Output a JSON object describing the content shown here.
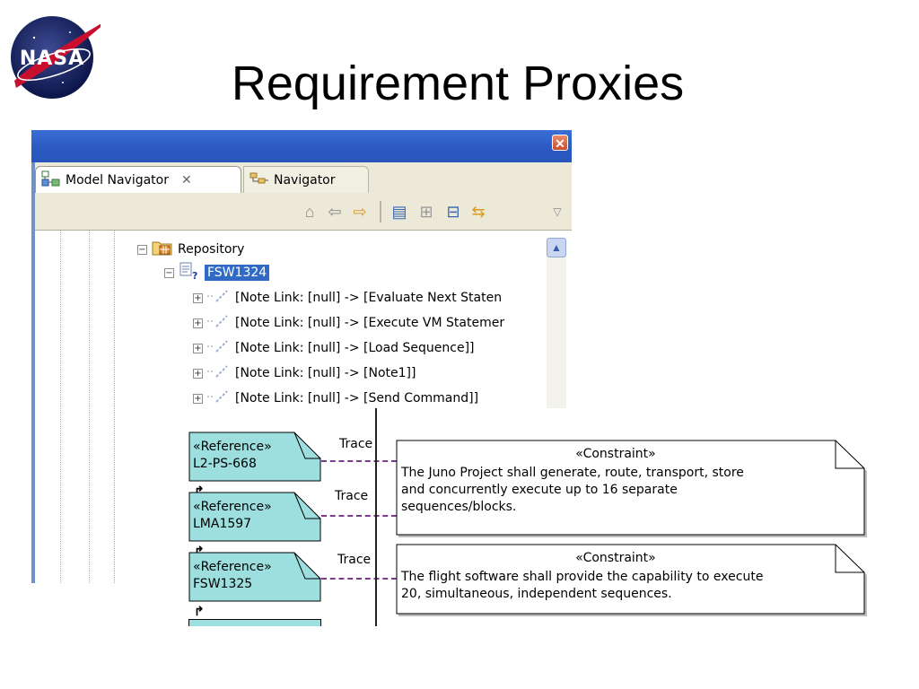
{
  "slide": {
    "title": "Requirement Proxies"
  },
  "logo": {
    "text": "NASA"
  },
  "window": {
    "close_glyph": "✕",
    "tabs": [
      {
        "label": "Model Navigator",
        "close": "✕",
        "icon": "model-navigator-icon"
      },
      {
        "label": "Navigator",
        "icon": "navigator-icon"
      }
    ],
    "toolbar_icons": [
      "home-icon",
      "back-icon",
      "forward-icon",
      "collapse-tree-icon",
      "link-icon",
      "minimize-icon",
      "sync-icon",
      "view-menu-icon"
    ]
  },
  "tree": {
    "repository_label": "Repository",
    "selected_label": "FSW1324",
    "links": [
      "[Note Link: [null] -> [Evaluate Next Staten",
      "[Note Link: [null] -> [Execute VM Statemer",
      "[Note Link: [null] -> [Load Sequence]]",
      "[Note Link: [null] -> [Note1]]",
      "[Note Link: [null] -> [Send Command]]"
    ]
  },
  "diagram": {
    "references": [
      {
        "stereotype": "«Reference»",
        "name": "L2-PS-668"
      },
      {
        "stereotype": "«Reference»",
        "name": "LMA1597"
      },
      {
        "stereotype": "«Reference»",
        "name": "FSW1325"
      }
    ],
    "trace_label": "Trace",
    "constraints": [
      {
        "stereotype": "«Constraint»",
        "lines": [
          "The Juno Project shall generate, route, transport, store",
          "and concurrently execute up to 16 separate",
          "sequences/blocks."
        ]
      },
      {
        "stereotype": "«Constraint»",
        "lines": [
          "The flight software shall provide the capability to execute",
          "20, simultaneous, independent sequences."
        ]
      }
    ],
    "colors": {
      "reference_fill": "#9ddede",
      "trace_line": "#7b3b8b",
      "selection": "#316ac5"
    }
  }
}
